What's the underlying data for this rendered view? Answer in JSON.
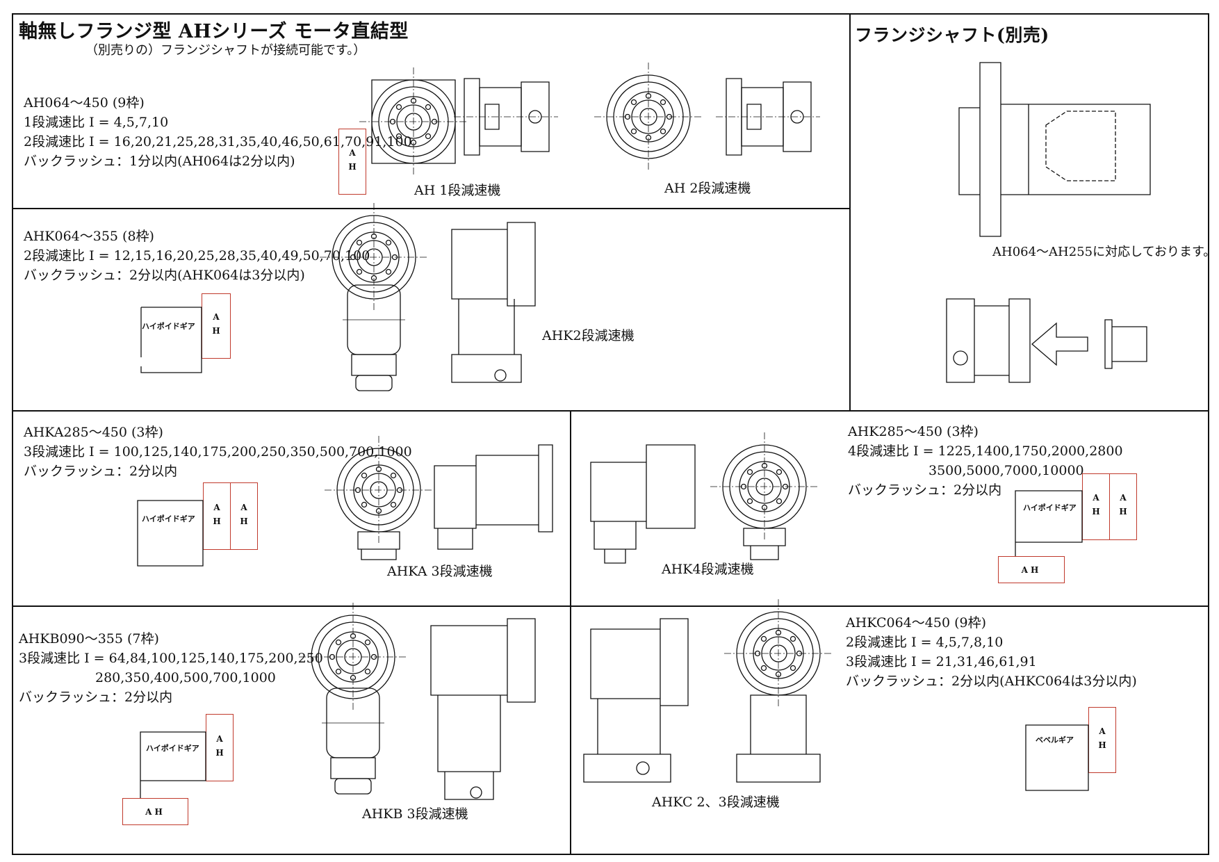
{
  "header": {
    "title": "軸無しフランジ型 AHシリーズ モータ直結型",
    "subtitle": "（別売りの）フランジシャフトが接続可能です。）"
  },
  "flange_shaft": {
    "title": "フランジシャフト(別売)",
    "note": "AH064～AH255に対応しております。"
  },
  "ah": {
    "spec": [
      "AH064～450 (9枠)",
      "1段減速比 I = 4,5,7,10",
      "2段減速比 I = 16,20,21,25,28,31,35,40,46,50,61,70,91,100",
      "バックラッシュ：1分以内(AH064は2分以内)"
    ],
    "box": "AH",
    "caption1": "AH 1段減速機",
    "caption2": "AH 2段減速機"
  },
  "ahk": {
    "spec": [
      "AHK064～355 (8枠)",
      "2段減速比 I = 12,15,16,20,25,28,35,40,49,50,70,100",
      "バックラッシュ：2分以内(AHK064は3分以内)"
    ],
    "gear": "ハイポイドギア",
    "box": "AH",
    "caption": "AHK2段減速機"
  },
  "ahka": {
    "spec": [
      "AHKA285～450 (3枠)",
      "3段減速比 I = 100,125,140,175,200,250,350,500,700,1000",
      "バックラッシュ：2分以内"
    ],
    "gear": "ハイポイドギア",
    "box1": "AH",
    "box2": "AH",
    "caption": "AHKA 3段減速機"
  },
  "ahk4": {
    "spec": [
      "AHK285～450 (3枠)",
      "4段減速比 I = 1225,1400,1750,2000,2800",
      "3500,5000,7000,10000",
      "バックラッシュ：2分以内"
    ],
    "gear": "ハイポイドギア",
    "box1": "AH",
    "box2": "AH",
    "box3": "AH",
    "caption": "AHK4段減速機"
  },
  "ahkb": {
    "spec": [
      "AHKB090～355 (7枠)",
      "3段減速比 I = 64,84,100,125,140,175,200,250",
      "280,350,400,500,700,1000",
      "バックラッシュ：2分以内"
    ],
    "gear": "ハイポイドギア",
    "box1": "AH",
    "box2": "AH",
    "caption": "AHKB 3段減速機"
  },
  "ahkc": {
    "spec": [
      "AHKC064～450 (9枠)",
      "2段減速比 I = 4,5,7,8,10",
      "3段減速比 I = 21,31,46,61,91",
      "バックラッシュ：2分以内(AHKC064は3分以内)"
    ],
    "gear": "ベベルギア",
    "box": "AH",
    "caption": "AHKC 2、3段減速機"
  },
  "colors": {
    "ink": "#111111",
    "box": "#c0392b"
  }
}
